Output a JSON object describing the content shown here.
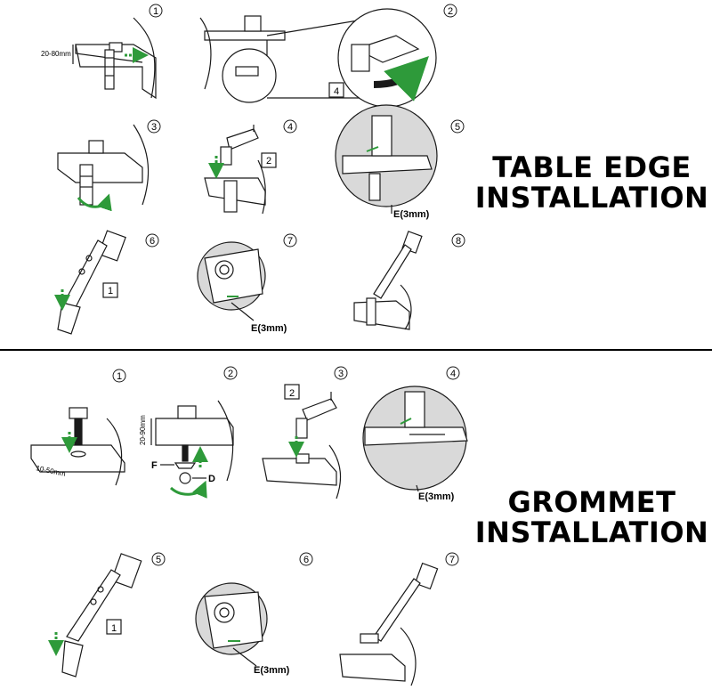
{
  "headings": {
    "table_edge": [
      "TABLE EDGE",
      "INSTALLATION"
    ],
    "grommet": [
      "GROMMET",
      "INSTALLATION"
    ]
  },
  "colors": {
    "ink": "#1a1a1a",
    "green": "#2e9a3a",
    "circle_bg": "#d9d9d9"
  },
  "table_edge": {
    "steps": [
      {
        "num": "1",
        "dim": "20-80mm"
      },
      {
        "num": "2",
        "callout": "4"
      },
      {
        "num": "3"
      },
      {
        "num": "4",
        "callout": "2"
      },
      {
        "num": "5",
        "label": "E(3mm)"
      },
      {
        "num": "6",
        "callout": "1"
      },
      {
        "num": "7",
        "label": "E(3mm)"
      },
      {
        "num": "8"
      }
    ]
  },
  "grommet": {
    "steps": [
      {
        "num": "1",
        "dim": "10-50mm"
      },
      {
        "num": "2",
        "dim": "20-90mm",
        "part_f": "F",
        "part_d": "D"
      },
      {
        "num": "3",
        "callout": "2"
      },
      {
        "num": "4",
        "label": "E(3mm)"
      },
      {
        "num": "5",
        "callout": "1"
      },
      {
        "num": "6",
        "label": "E(3mm)"
      },
      {
        "num": "7"
      }
    ]
  }
}
